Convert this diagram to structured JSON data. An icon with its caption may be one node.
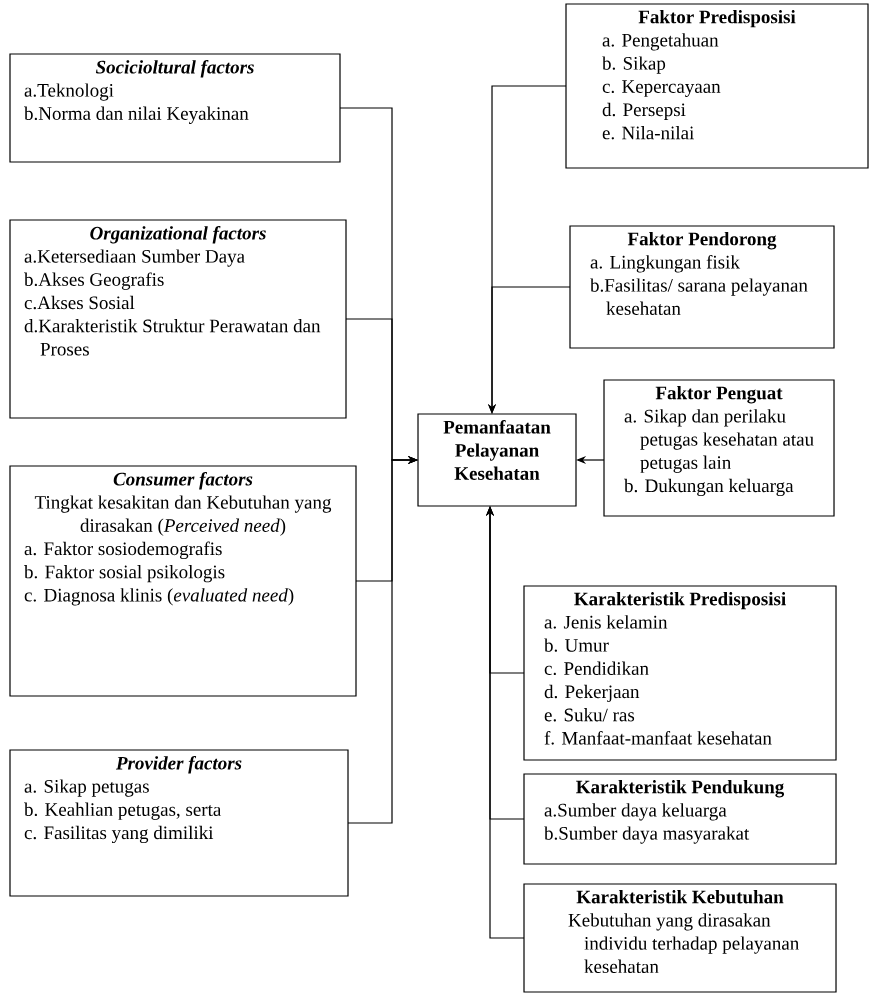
{
  "diagram": {
    "nodes": [
      {
        "text": [
          "Socicioltural factors",
          "a.Teknologi",
          "b.Norma dan nilai Keyakinan"
        ]
      },
      {
        "text": [
          "Organizational factors",
          "a.Ketersediaan Sumber Daya",
          "b.Akses Geografis",
          "c.Akses Sosial",
          "d.Karakteristik Struktur Perawatan dan Proses"
        ]
      },
      {
        "text": [
          "Consumer factors",
          "Tingkat kesakitan dan Kebutuhan yang dirasakan (*Perceived need*)",
          "a. Faktor sosiodemografis",
          "b. Faktor sosial psikologis",
          "c. Diagnosa klinis (*evaluated need*)"
        ]
      },
      {
        "text": [
          "Provider factors",
          "a. Sikap petugas",
          "b. Keahlian petugas, serta",
          "c. Fasilitas yang dimiliki"
        ]
      },
      {
        "text": [
          "Pemanfaatan Pelayanan Kesehatan"
        ]
      },
      {
        "text": [
          "Faktor Predisposisi",
          "a. Pengetahuan",
          "b. Sikap",
          "c. Kepercayaan",
          "d. Persepsi",
          "e. Nila-nilai"
        ]
      },
      {
        "text": [
          "Faktor Pendorong",
          "a. Lingkungan fisik",
          "b.Fasilitas/ sarana pelayanan kesehatan"
        ]
      },
      {
        "text": [
          "Faktor Penguat",
          "a. Sikap dan perilaku petugas kesehatan atau petugas lain",
          "b. Dukungan keluarga"
        ]
      },
      {
        "text": [
          "Karakteristik Predisposisi",
          "a. Jenis kelamin",
          "b. Umur",
          "c. Pendidikan",
          "d. Pekerjaan",
          "e. Suku/ ras",
          "f. Manfaat-manfaat kesehatan"
        ]
      },
      {
        "text": [
          "Karakteristik Pendukung",
          "a.Sumber daya keluarga",
          "b.Sumber daya masyarakat"
        ]
      },
      {
        "text": [
          "Karakteristik Kebutuhan",
          "Kebutuhan yang dirasakan individu terhadap pelayanan kesehatan"
        ]
      }
    ],
    "edges": [
      {
        "from": 0,
        "to": 4,
        "arrow": "to"
      },
      {
        "from": 1,
        "to": 4,
        "arrow": "to"
      },
      {
        "from": 2,
        "to": 4,
        "arrow": "to"
      },
      {
        "from": 3,
        "to": 4,
        "arrow": "to"
      },
      {
        "from": 5,
        "to": 4,
        "arrow": "to"
      },
      {
        "from": 6,
        "to": 4,
        "arrow": "to"
      },
      {
        "from": 7,
        "to": 4,
        "arrow": "to"
      },
      {
        "from": 8,
        "to": 4,
        "arrow": "to"
      },
      {
        "from": 9,
        "to": 4,
        "arrow": "to"
      },
      {
        "from": 10,
        "to": 4,
        "arrow": "to"
      }
    ]
  }
}
